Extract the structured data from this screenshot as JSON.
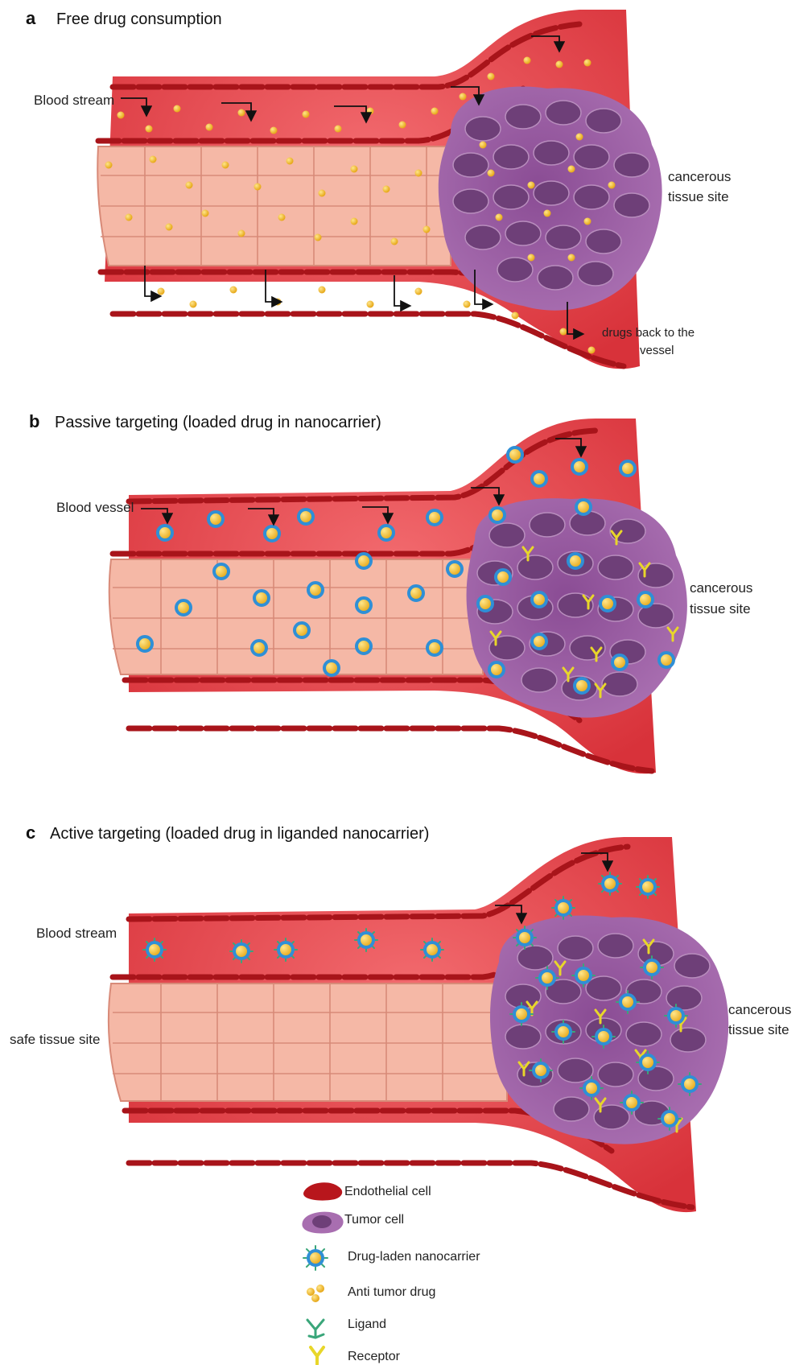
{
  "panels": [
    {
      "letter": "a",
      "title": "Free drug consumption",
      "vessel_label": "Blood stream",
      "tumor_label_1": "cancerous",
      "tumor_label_2": "tissue site",
      "return_label_1": "drugs back to the",
      "return_label_2": "vessel"
    },
    {
      "letter": "b",
      "title": "Passive targeting (loaded drug in nanocarrier)",
      "vessel_label": "Blood vessel",
      "tumor_label_1": "cancerous",
      "tumor_label_2": "tissue site"
    },
    {
      "letter": "c",
      "title": "Active targeting (loaded drug in liganded nanocarrier)",
      "vessel_label": "Blood stream",
      "tissue_label": "safe tissue site",
      "tumor_label_1": "cancerous",
      "tumor_label_2": "tissue site"
    }
  ],
  "legend": [
    {
      "icon": "endothelial-cell-icon",
      "label": "Endothelial cell"
    },
    {
      "icon": "tumor-cell-icon",
      "label": "Tumor cell"
    },
    {
      "icon": "drug-laden-nanocarrier-icon",
      "label": "Drug-laden nanocarrier"
    },
    {
      "icon": "anti-tumor-drug-icon",
      "label": "Anti tumor drug"
    },
    {
      "icon": "ligand-icon",
      "label": "Ligand"
    },
    {
      "icon": "receptor-icon",
      "label": "Receptor"
    }
  ],
  "colors": {
    "vessel": "#e0434a",
    "endothelial": "#b8161c",
    "tissue": "#f5b8a6",
    "tissue_outline": "#d88a78",
    "tumor_bg": "#9b5ba3",
    "tumor_cell": "#6e3f78",
    "drug": "#f2c12e",
    "nanocarrier_ring": "#2f8fd6",
    "ligand": "#3aa67a",
    "receptor": "#e8d62a"
  }
}
